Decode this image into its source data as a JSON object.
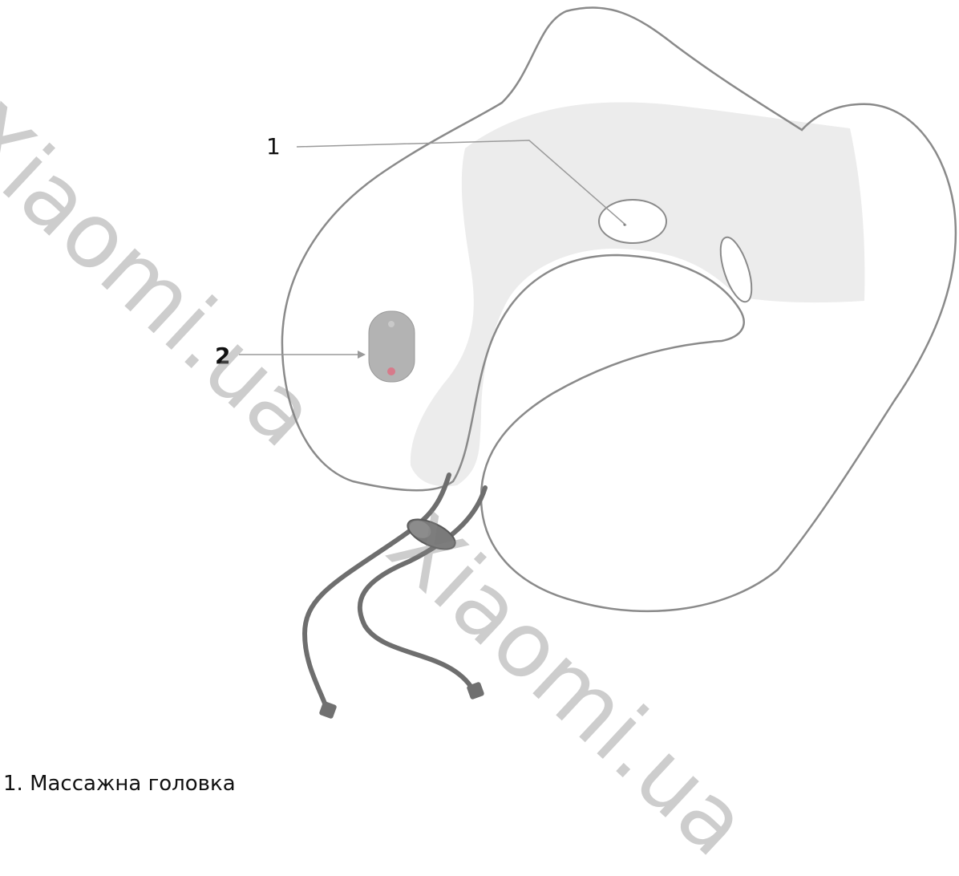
{
  "callouts": [
    {
      "number": "1",
      "target": "massage-head"
    },
    {
      "number": "2",
      "target": "control-button"
    }
  ],
  "watermark": "Xiaomi.ua",
  "captions": [
    "1. Массажна головка"
  ],
  "colors": {
    "outline": "#8a8a8a",
    "inner_fill": "#ececec",
    "cable": "#6e6e6e",
    "remote": "#b3b3b3",
    "remote_dot": "#d77a8a"
  }
}
